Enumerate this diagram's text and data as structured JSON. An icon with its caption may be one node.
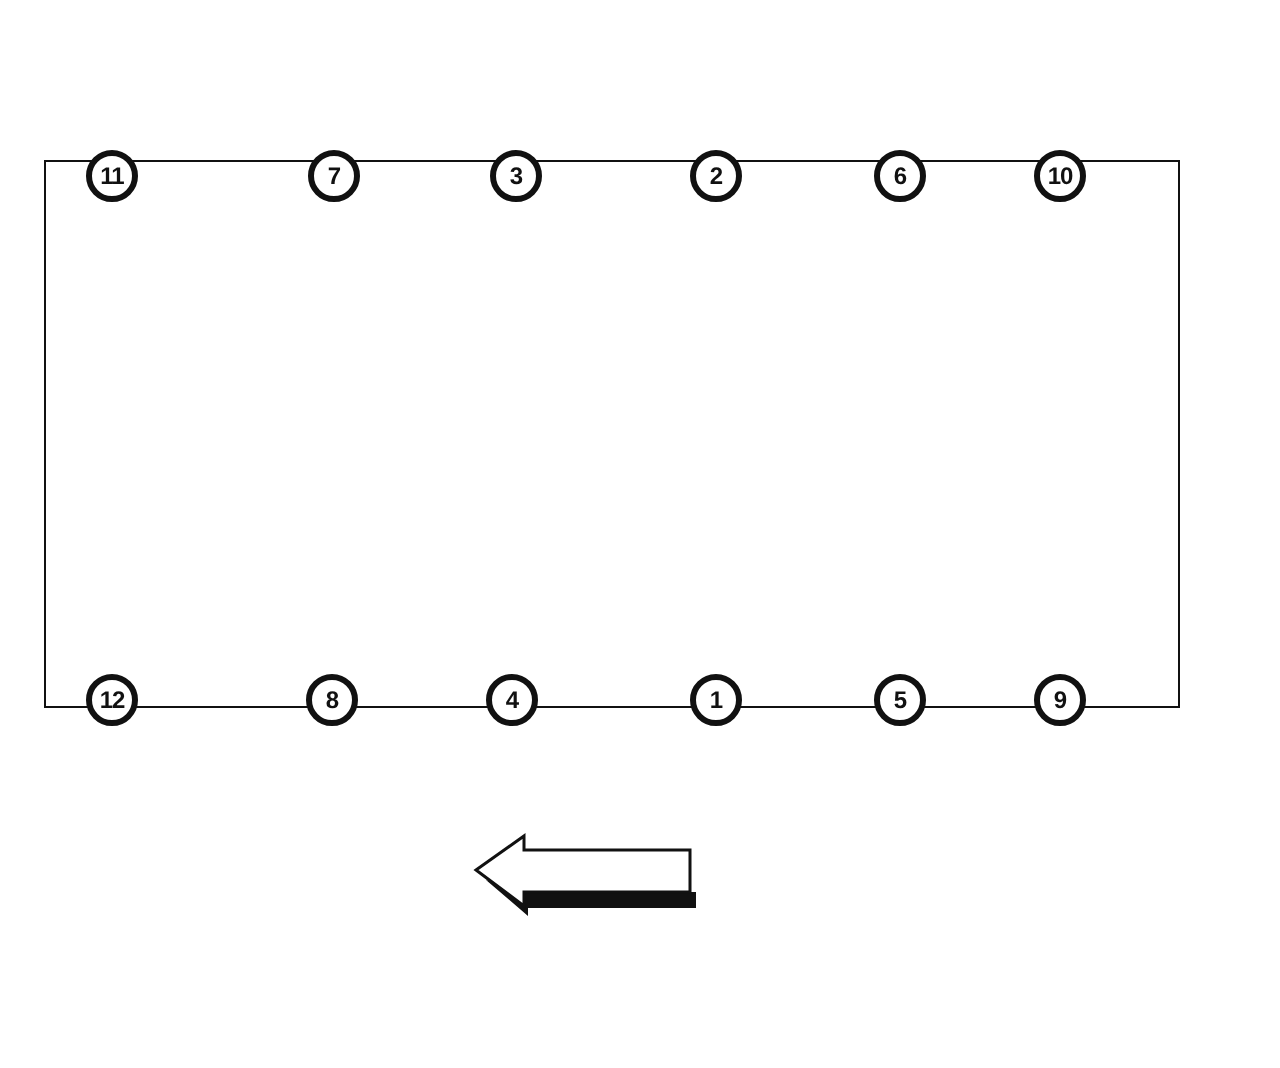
{
  "diagram": {
    "nodes": [
      {
        "text": [],
        "shape": "box"
      },
      {
        "text": [
          "11"
        ]
      },
      {
        "text": [
          "7"
        ]
      },
      {
        "text": [
          "3"
        ]
      },
      {
        "text": [
          "2"
        ]
      },
      {
        "text": [
          "6"
        ]
      },
      {
        "text": [
          "10"
        ]
      },
      {
        "text": [
          "12"
        ]
      },
      {
        "text": [
          "8"
        ]
      },
      {
        "text": [
          "4"
        ]
      },
      {
        "text": [
          "1"
        ]
      },
      {
        "text": [
          "5"
        ]
      },
      {
        "text": [
          "9"
        ]
      }
    ]
  }
}
